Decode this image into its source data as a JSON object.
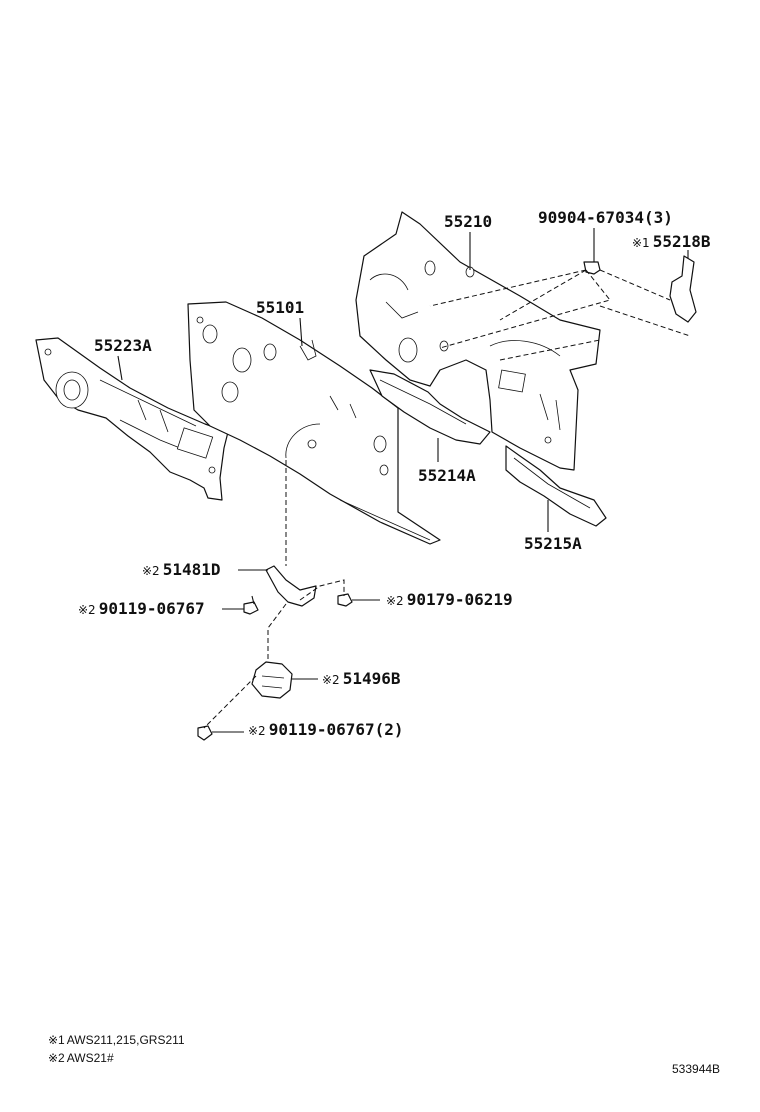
{
  "parts": {
    "p55210": "55210",
    "p9090467034": "90904-67034(3)",
    "p55218b": "55218B",
    "p55101": "55101",
    "p55223a": "55223A",
    "p55214a": "55214A",
    "p55215a": "55215A",
    "p51481d": "51481D",
    "p9011906767": "90119-06767",
    "p9017906219": "90179-06219",
    "p51496b": "51496B",
    "p9011906767x2": "90119-06767(2)"
  },
  "marks": {
    "m1": "※1",
    "m2": "※2"
  },
  "notes": [
    {
      "mark": "※1",
      "text": "AWS211,215,GRS211"
    },
    {
      "mark": "※2",
      "text": "AWS21#"
    }
  ],
  "diagram_code": "533944B"
}
